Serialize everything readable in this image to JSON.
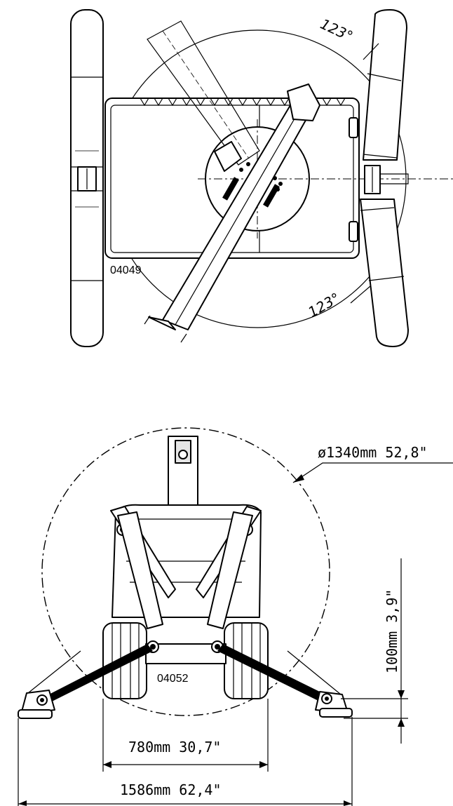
{
  "top_view": {
    "drawing_id": "04049",
    "angle_top": "123°",
    "angle_bottom": "123°"
  },
  "front_view": {
    "drawing_id": "04052",
    "diameter": "ø1340mm  52,8\"",
    "height_dim": "100mm  3,9\"",
    "track_width": "780mm  30,7\"",
    "outrigger_width": "1586mm  62,4\""
  }
}
